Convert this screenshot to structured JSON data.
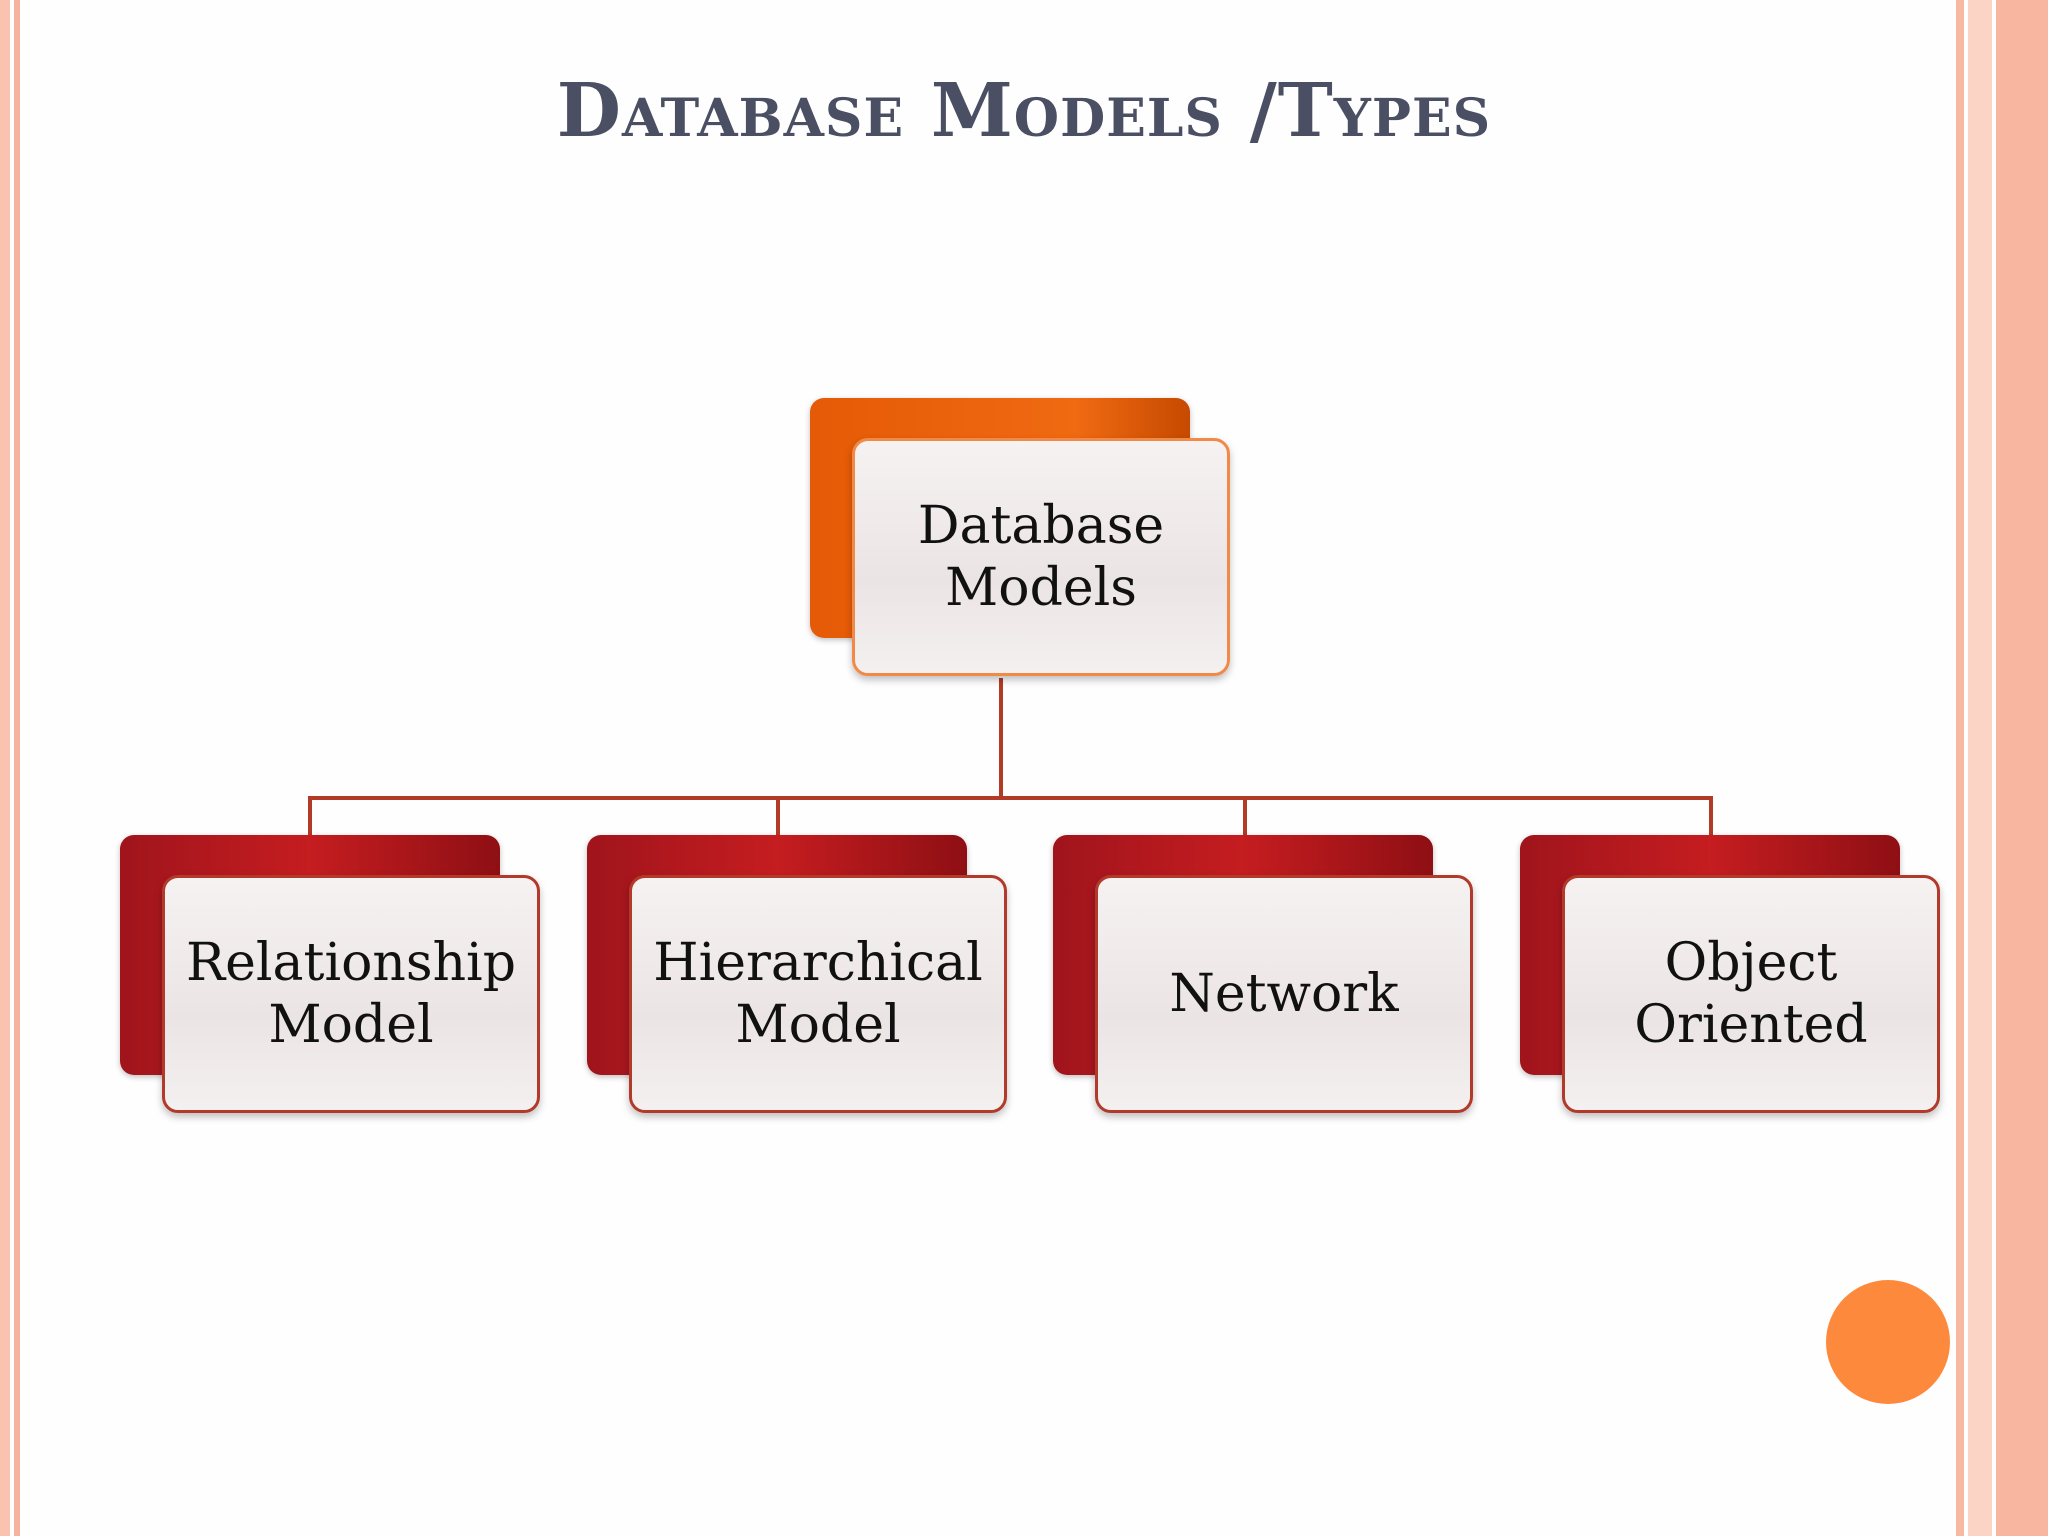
{
  "slide": {
    "title": "Database Models /Types"
  },
  "diagram": {
    "root": {
      "label": "Database\nModels"
    },
    "children": [
      {
        "label": "Relationship\nModel"
      },
      {
        "label": "Hierarchical\nModel"
      },
      {
        "label": "Network"
      },
      {
        "label": "Object\nOriented"
      }
    ]
  },
  "colors": {
    "title": "#4a4f63",
    "root_accent": "#f06a12",
    "child_accent": "#c51d20",
    "connector": "#b33a25",
    "circle_accent": "#fd8a3c",
    "border": "#f8b59f"
  }
}
